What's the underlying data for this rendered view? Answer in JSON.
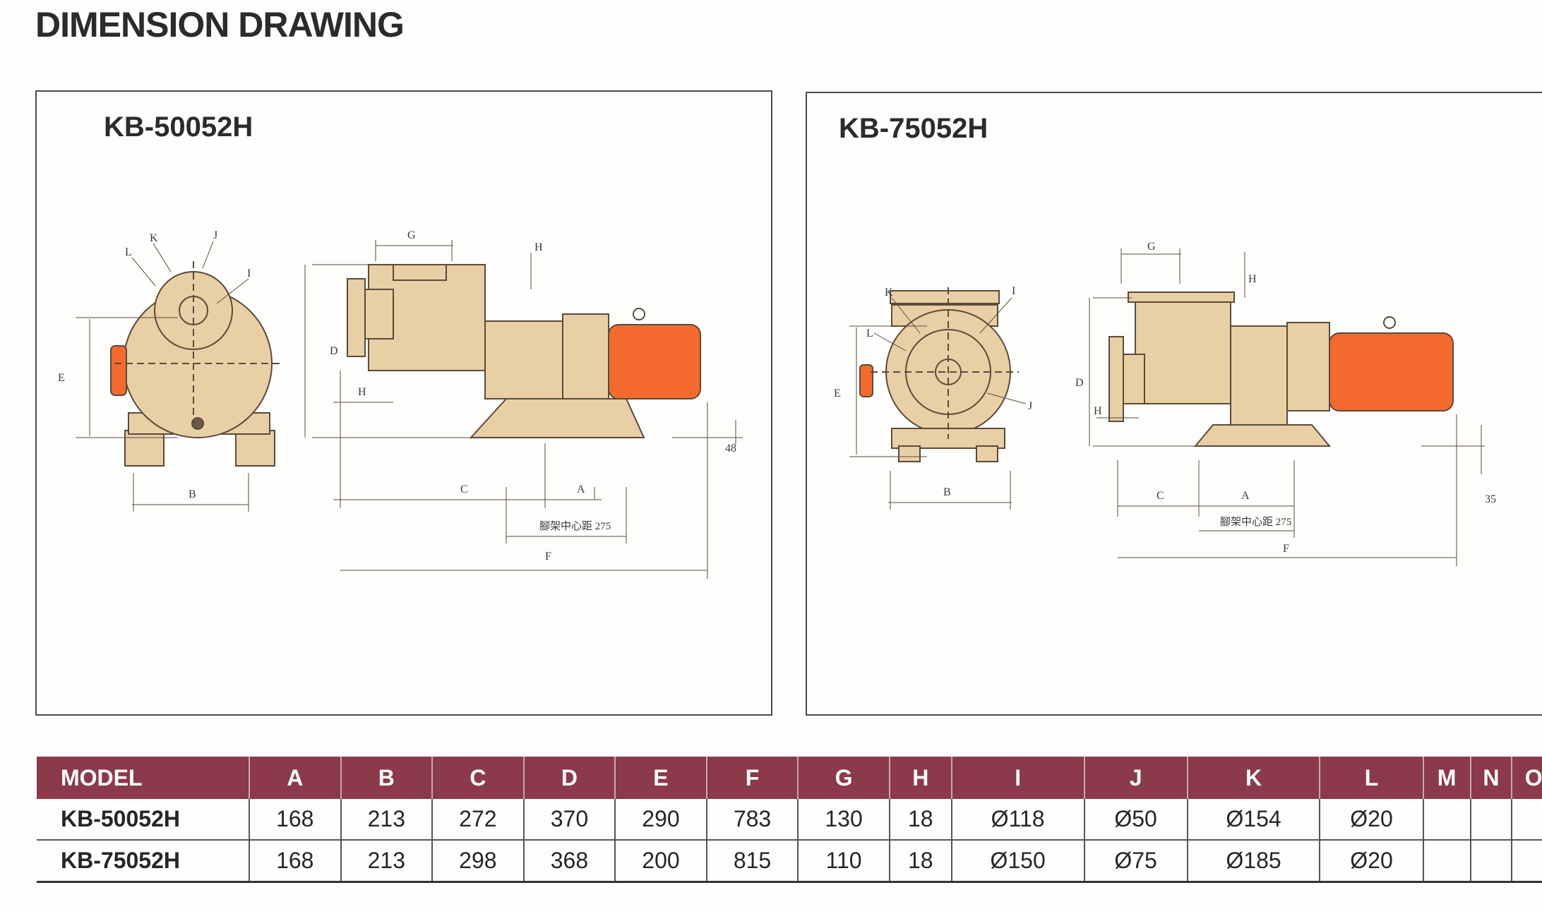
{
  "page": {
    "title": "DIMENSION DRAWING"
  },
  "panels": [
    {
      "model": "KB-50052H",
      "labels": {
        "k": "K",
        "j": "J",
        "l": "L",
        "i": "I",
        "e": "E",
        "b": "B",
        "g": "G",
        "h_top": "H",
        "d": "D",
        "h_side": "H",
        "c": "C",
        "a": "A",
        "f": "F",
        "base_height": "48",
        "foot_distance": "腳架中心距 275"
      }
    },
    {
      "model": "KB-75052H",
      "labels": {
        "k": "K",
        "i": "I",
        "l": "L",
        "j": "J",
        "e": "E",
        "b": "B",
        "g": "G",
        "h_top": "H",
        "d": "D",
        "h_side": "H",
        "c": "C",
        "a": "A",
        "f": "F",
        "base_height": "35",
        "foot_distance": "腳架中心距 275"
      }
    }
  ],
  "colors": {
    "pump_body": "#e9cfa5",
    "motor": "#f46a2e",
    "table_header": "#8a3a49",
    "outline": "#5a4a3a"
  },
  "table": {
    "headers": [
      "MODEL",
      "A",
      "B",
      "C",
      "D",
      "E",
      "F",
      "G",
      "H",
      "I",
      "J",
      "K",
      "L",
      "M",
      "N",
      "O"
    ],
    "rows": [
      [
        "KB-50052H",
        "168",
        "213",
        "272",
        "370",
        "290",
        "783",
        "130",
        "18",
        "Ø118",
        "Ø50",
        "Ø154",
        "Ø20",
        "",
        "",
        ""
      ],
      [
        "KB-75052H",
        "168",
        "213",
        "298",
        "368",
        "200",
        "815",
        "110",
        "18",
        "Ø150",
        "Ø75",
        "Ø185",
        "Ø20",
        "",
        "",
        ""
      ]
    ]
  }
}
